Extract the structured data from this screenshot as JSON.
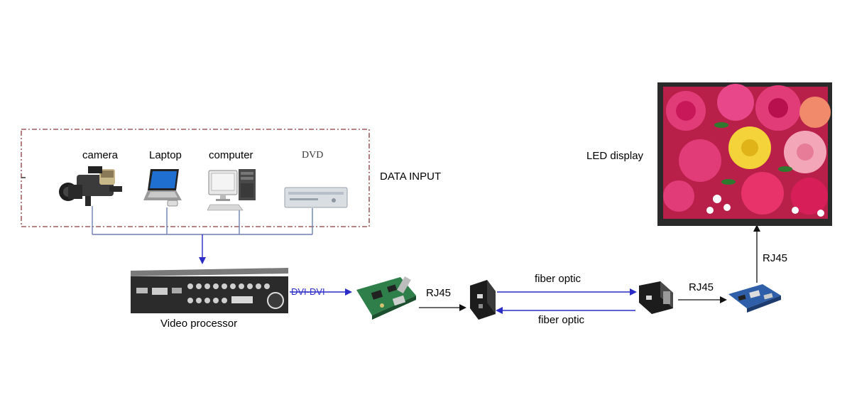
{
  "inputs": {
    "camera": "camera",
    "laptop": "Laptop",
    "computer": "computer",
    "dvd": "DVD"
  },
  "group_label": "DATA INPUT",
  "video_processor": "Video processor",
  "dvi_label": "DVI-DVI",
  "rj45_1": "RJ45",
  "fiber_top": "fiber optic",
  "fiber_bottom": "fiber optic",
  "rj45_2": "RJ45",
  "rj45_3": "RJ45",
  "led_display": "LED display",
  "colors": {
    "group_border": "#8b3a3a",
    "wire_blue": "#2b2bc8",
    "wire_line": "#6f7fb0",
    "arrow_black": "#111111"
  }
}
